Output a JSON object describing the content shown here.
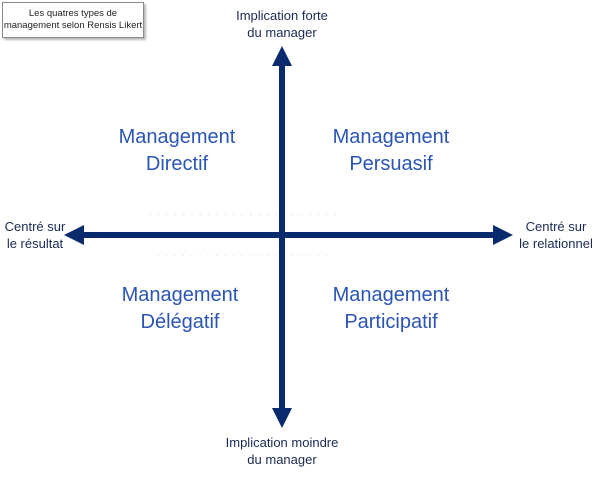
{
  "title": {
    "line1": "Les quatres types de",
    "line2": "management selon Rensis Likert"
  },
  "axes": {
    "top": {
      "line1": "Implication forte",
      "line2": "du manager"
    },
    "bottom": {
      "line1": "Implication moindre",
      "line2": "du manager"
    },
    "left": {
      "line1": "Centré sur",
      "line2": "le résultat"
    },
    "right": {
      "line1": "Centré sur",
      "line2": "le relationnel"
    }
  },
  "quadrants": {
    "top_left": {
      "line1": "Management",
      "line2": "Directif"
    },
    "top_right": {
      "line1": "Management",
      "line2": "Persuasif"
    },
    "bottom_left": {
      "line1": "Management",
      "line2": "Délégatif"
    },
    "bottom_right": {
      "line1": "Management",
      "line2": "Participatif"
    }
  },
  "colors": {
    "axis": "#0a2a6e",
    "quadrant_text": "#2a55b4",
    "label_text": "#1a2a55"
  }
}
